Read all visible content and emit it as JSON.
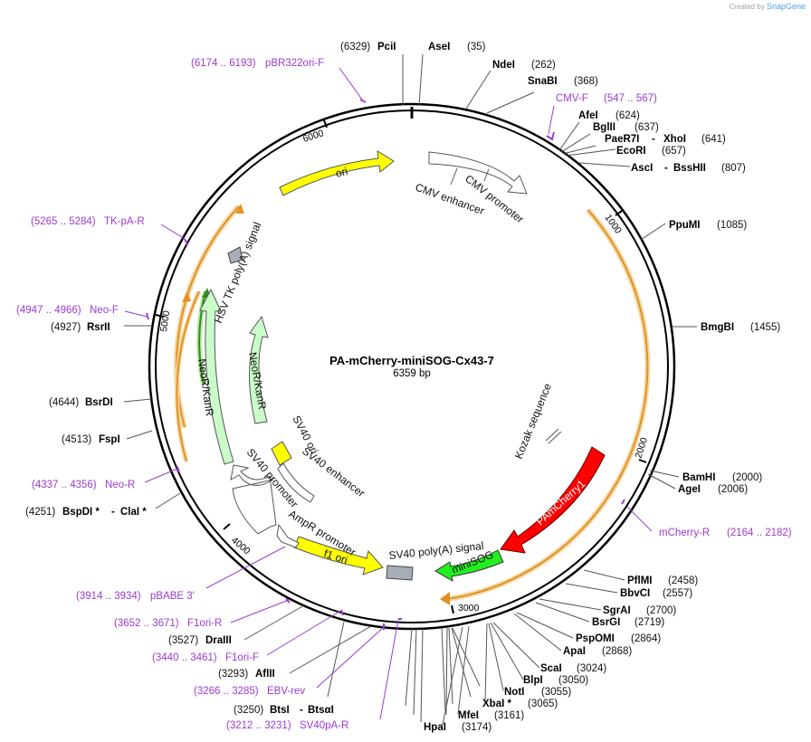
{
  "credit": {
    "created": "Created by",
    "brand": "SnapGene"
  },
  "plasmid": {
    "name": "PA-mCherry-miniSOG-Cx43-7",
    "size": "6359 bp"
  },
  "site_labels": [
    {
      "pos": "(6329)",
      "name": "PciI"
    },
    {
      "name": "AseI",
      "pos": "(35)"
    },
    {
      "name": "NdeI",
      "pos": "(262)"
    },
    {
      "name": "SnaBI",
      "pos": "(368)"
    },
    {
      "name": "AfeI",
      "pos": "(624)"
    },
    {
      "name": "BglII",
      "pos": "(637)"
    },
    {
      "name": "PaeR7I",
      "name2": "XhoI",
      "pos": "(641)"
    },
    {
      "name": "EcoRI",
      "pos": "(657)"
    },
    {
      "name": "AscI",
      "name2": "BssHII",
      "pos": "(807)"
    },
    {
      "name": "PpuMI",
      "pos": "(1085)"
    },
    {
      "name": "BmgBI",
      "pos": "(1455)"
    },
    {
      "name": "BamHI",
      "pos": "(2000)"
    },
    {
      "name": "AgeI",
      "pos": "(2006)"
    },
    {
      "name": "PflMI",
      "pos": "(2458)"
    },
    {
      "name": "BbvCI",
      "pos": "(2557)"
    },
    {
      "name": "SgrAI",
      "pos": "(2700)"
    },
    {
      "name": "BsrGI",
      "pos": "(2719)"
    },
    {
      "name": "PspOMI",
      "pos": "(2864)"
    },
    {
      "name": "ApaI",
      "pos": "(2868)"
    },
    {
      "name": "ScaI",
      "pos": "(3024)"
    },
    {
      "name": "BlpI",
      "pos": "(3050)"
    },
    {
      "name": "NotI",
      "pos": "(3055)"
    },
    {
      "name": "XbaI *",
      "pos": "(3065)"
    },
    {
      "name": "MfeI",
      "pos": "(3161)"
    },
    {
      "name": "HpaI",
      "pos": "(3174)"
    },
    {
      "pos": "(3250)",
      "name": "BtsI",
      "name2": "BtsαI"
    },
    {
      "pos": "(3293)",
      "name": "AflII"
    },
    {
      "pos": "(3527)",
      "name": "DraIII"
    },
    {
      "pos": "(4251)",
      "name": "BspDI *",
      "name2": "ClaI *"
    },
    {
      "pos": "(4513)",
      "name": "FspI"
    },
    {
      "pos": "(4644)",
      "name": "BsrDI"
    },
    {
      "pos": "(4927)",
      "name": "RsrII"
    }
  ],
  "primer_labels": [
    {
      "range": "(6174 .. 6193)",
      "name": "pBR322ori-F"
    },
    {
      "name": "CMV-F",
      "range": "(547 .. 567)"
    },
    {
      "name": "mCherry-R",
      "range": "(2164 .. 2182)"
    },
    {
      "range": "(5265 .. 5284)",
      "name": "TK-pA-R"
    },
    {
      "range": "(4947 .. 4966)",
      "name": "Neo-F"
    },
    {
      "range": "(4337 .. 4356)",
      "name": "Neo-R"
    },
    {
      "range": "(3914 .. 3934)",
      "name": "pBABE 3'"
    },
    {
      "range": "(3652 .. 3671)",
      "name": "F1ori-R"
    },
    {
      "range": "(3440 .. 3461)",
      "name": "F1ori-F"
    },
    {
      "range": "(3266 .. 3285)",
      "name": "EBV-rev"
    },
    {
      "range": "(3212 .. 3231)",
      "name": "SV40pA-R"
    }
  ],
  "features": {
    "ori": "ori",
    "cmv_enhancer": "CMV enhancer",
    "cmv_promoter": "CMV promoter",
    "kozak": "Kozak sequence",
    "pamcherry1": "PAmCherry1",
    "minisog": "miniSOG",
    "sv40_polya": "SV40 poly(A) signal",
    "f1_ori": "f1 ori",
    "ampr_promoter": "AmpR promoter",
    "sv40_promoter": "SV40 promoter",
    "sv40_enhancer": "SV40 enhancer",
    "sv40_ori": "SV40 ori",
    "neor_inner": "NeoR/KanR",
    "neor_outer": "NeoR/KanR",
    "hsv_tk": "HSV TK poly(A) signal"
  },
  "ticks": [
    "1000",
    "2000",
    "3000",
    "4000",
    "5000",
    "6000"
  ],
  "colors": {
    "primer": "#9b3bd1",
    "ori": "#ffff00",
    "pamcherry": "#ff0000",
    "minisog": "#22ee22",
    "neor": "#c9fcc9",
    "orf": "#f2a93b",
    "grey": "#a8aeb8"
  }
}
